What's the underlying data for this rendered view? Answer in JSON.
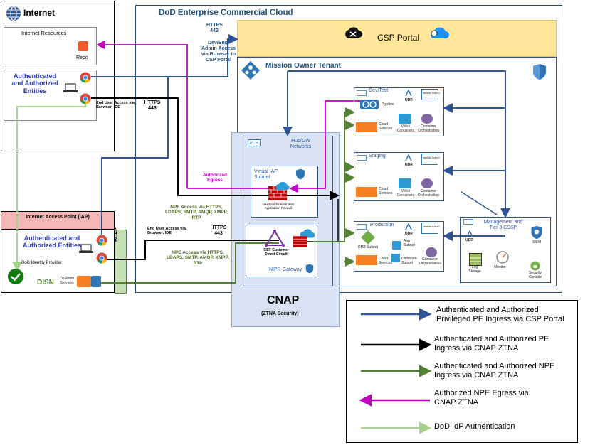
{
  "internet": {
    "title": "Internet",
    "resources_title": "Internet Resources",
    "repo_label": "Repo",
    "auth_entities": "Authenticated and Authorized Entities"
  },
  "dod_cloud": {
    "title": "DoD Enterprise Commercial Cloud"
  },
  "csp_portal": {
    "title": "CSP Portal"
  },
  "mission_owner": {
    "title": "Mission Owner Tenant"
  },
  "annotations": {
    "https_443_a": "HTTPS 443",
    "admin_access": "Dev/Eng/ Admin Access via Browser to CSP Portal",
    "end_user_1": "End User Access via Browser, IDE",
    "https_443_b": "HTTPS 443",
    "authorized_egress": "Authorized Egress",
    "npe_access_1": "NPE Access via HTTPS, LDAPS, SMTP, AMQP, XMPP, RTP",
    "end_user_2": "End User Access via Browser, IDE",
    "https_443_c": "HTTPS 443",
    "npe_access_2": "NPE Access via HTTPS, LDAPS, SMTP, AMQP, XMPP, RTP"
  },
  "hub": {
    "title": "Hub/GW Networks",
    "iap_subnet": "Virtual IAP Subnet",
    "firewall": "NextGen Firewall Web Application Firewall",
    "csp_customer": "CSP-Customer Direct Circuit",
    "nipr_gateway": "NIPR Gateway"
  },
  "cnap": {
    "title": "CNAP",
    "subtitle": "(ZTNA Security)"
  },
  "devtest": {
    "title": "Dev/Test",
    "pipeline": "Pipeline",
    "udr": "UDR",
    "nsg": "Nextlist Subnet",
    "cloud_services": "Cloud Services",
    "vms": "VMs / Containers",
    "orchestration": "Container Orchestration"
  },
  "staging": {
    "title": "Staging",
    "udr": "UDR",
    "nsg": "Nextlist Subnet",
    "cloud_services": "Cloud Services",
    "vms": "VMs / Containers",
    "orchestration": "Container Orchestration"
  },
  "production": {
    "title": "Production",
    "udr": "UDR",
    "nsg": "Nextlist Subnet",
    "dmz": "DMZ Subnet",
    "app": "App Subnet",
    "datastore": "Datastore Subnet",
    "cloud_services": "Cloud Services",
    "orchestration": "Container Orchestration"
  },
  "mgmt": {
    "title": "Management and Tier 3 CSSP",
    "udr": "UDR",
    "siem": "SIEM",
    "log_storage": "Log Storage",
    "monitor": "Monitor",
    "security_console": "Security Console"
  },
  "iap": {
    "title": "Internet Access Point (IAP)",
    "auth_entities": "Authenticated and Authorized Entities",
    "idp": "DoD Identity Provider",
    "bcap": "BCAP",
    "disn": "DISN",
    "on_prem": "On-Prem Services"
  },
  "legend": {
    "items": [
      {
        "label": "Authenticated and Authorized Privileged PE Ingress via CSP Portal",
        "color": "#2f5597"
      },
      {
        "label": "Authenticated and Authorized PE Ingress via CNAP ZTNA",
        "color": "#000000"
      },
      {
        "label": "Authenticated and Authorized NPE Ingress via CNAP ZTNA",
        "color": "#548235"
      },
      {
        "label": "Authorized NPE Egress via CNAP ZTNA",
        "color": "#c000c0"
      },
      {
        "label": "DoD IdP Authentication",
        "color": "#a9d18e"
      }
    ]
  }
}
